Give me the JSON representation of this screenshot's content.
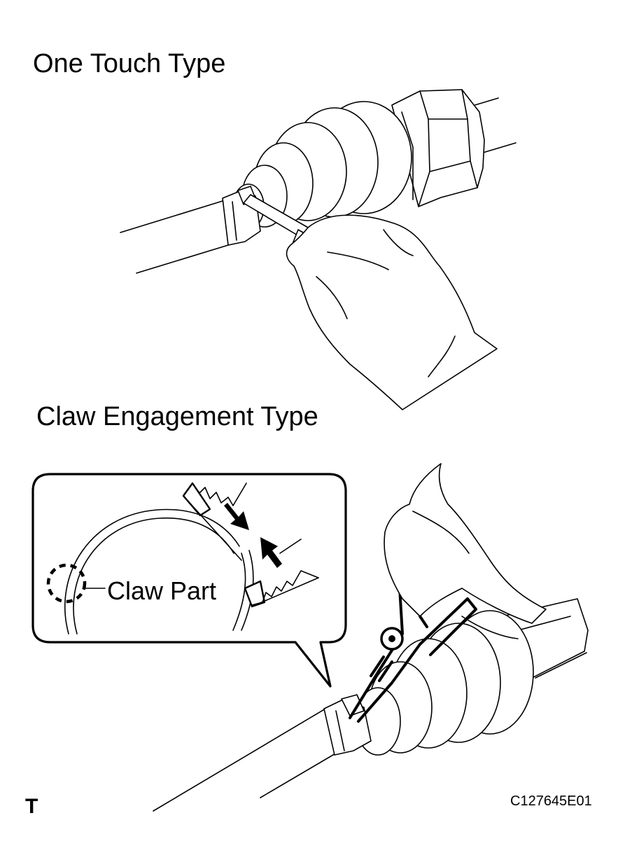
{
  "sections": {
    "one_touch_title": "One Touch Type",
    "claw_title": "Claw Engagement Type"
  },
  "callout": {
    "claw_label": "Claw Part"
  },
  "footer": {
    "mark": "T",
    "reference_code": "C127645E01"
  },
  "icons": [
    "arrow-down-right-icon",
    "arrow-up-left-icon"
  ]
}
